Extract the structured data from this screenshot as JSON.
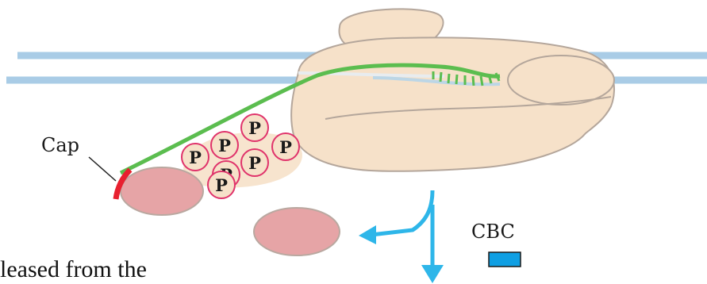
{
  "labels": {
    "cap": "Cap",
    "cbc": "CBC",
    "phosphate": "P"
  },
  "caption": "leased from the",
  "colors": {
    "membrane": "#a9cce6",
    "polymerase_body": "#f6e1c9",
    "polymerase_outline": "#b4a69b",
    "rna": "#5bbd4f",
    "cap": "#e8202f",
    "cap_binding": "#e6a4a6",
    "phospho_ring": "#e0336b",
    "arrow": "#2eb6e9",
    "cbc_box": "#0f9fe3"
  }
}
